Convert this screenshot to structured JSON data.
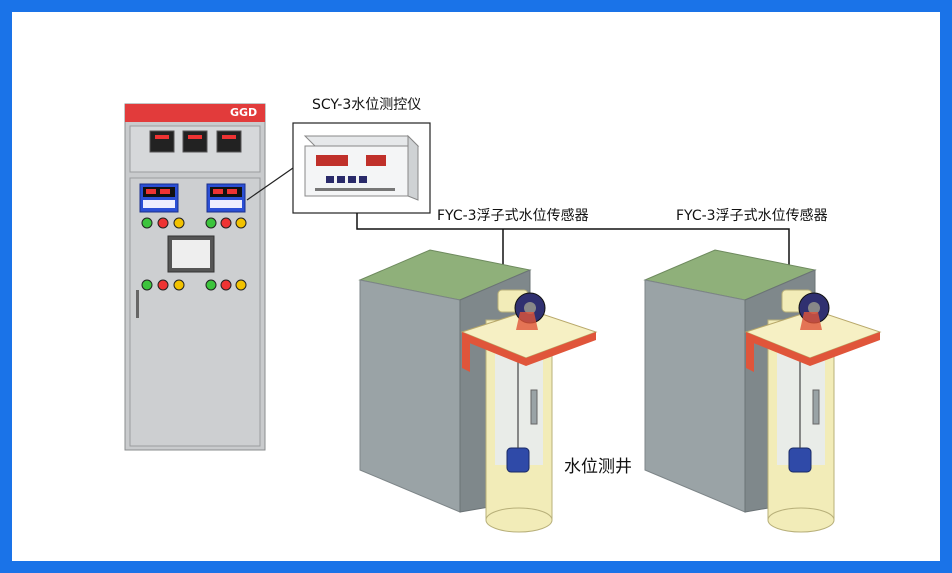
{
  "cabinet": {
    "brand": "GGD"
  },
  "controller": {
    "label": "SCY-3水位测控仪"
  },
  "sensors": [
    {
      "label": "FYC-3浮子式水位传感器"
    },
    {
      "label": "FYC-3浮子式水位传感器"
    }
  ],
  "well": {
    "label": "水位测井"
  },
  "colors": {
    "frame": "#1a73e8",
    "concrete_top": "#8fb07a",
    "concrete_side": "#9aa3a6",
    "bracket": "#e0553a",
    "cylinder": "#f2ecb8",
    "cabinet_top": "#e23b3b",
    "panel_blue": "#2b4fd6"
  },
  "icons": [
    "gauge-wheel-icon",
    "float-icon",
    "indicator-light-icon"
  ]
}
